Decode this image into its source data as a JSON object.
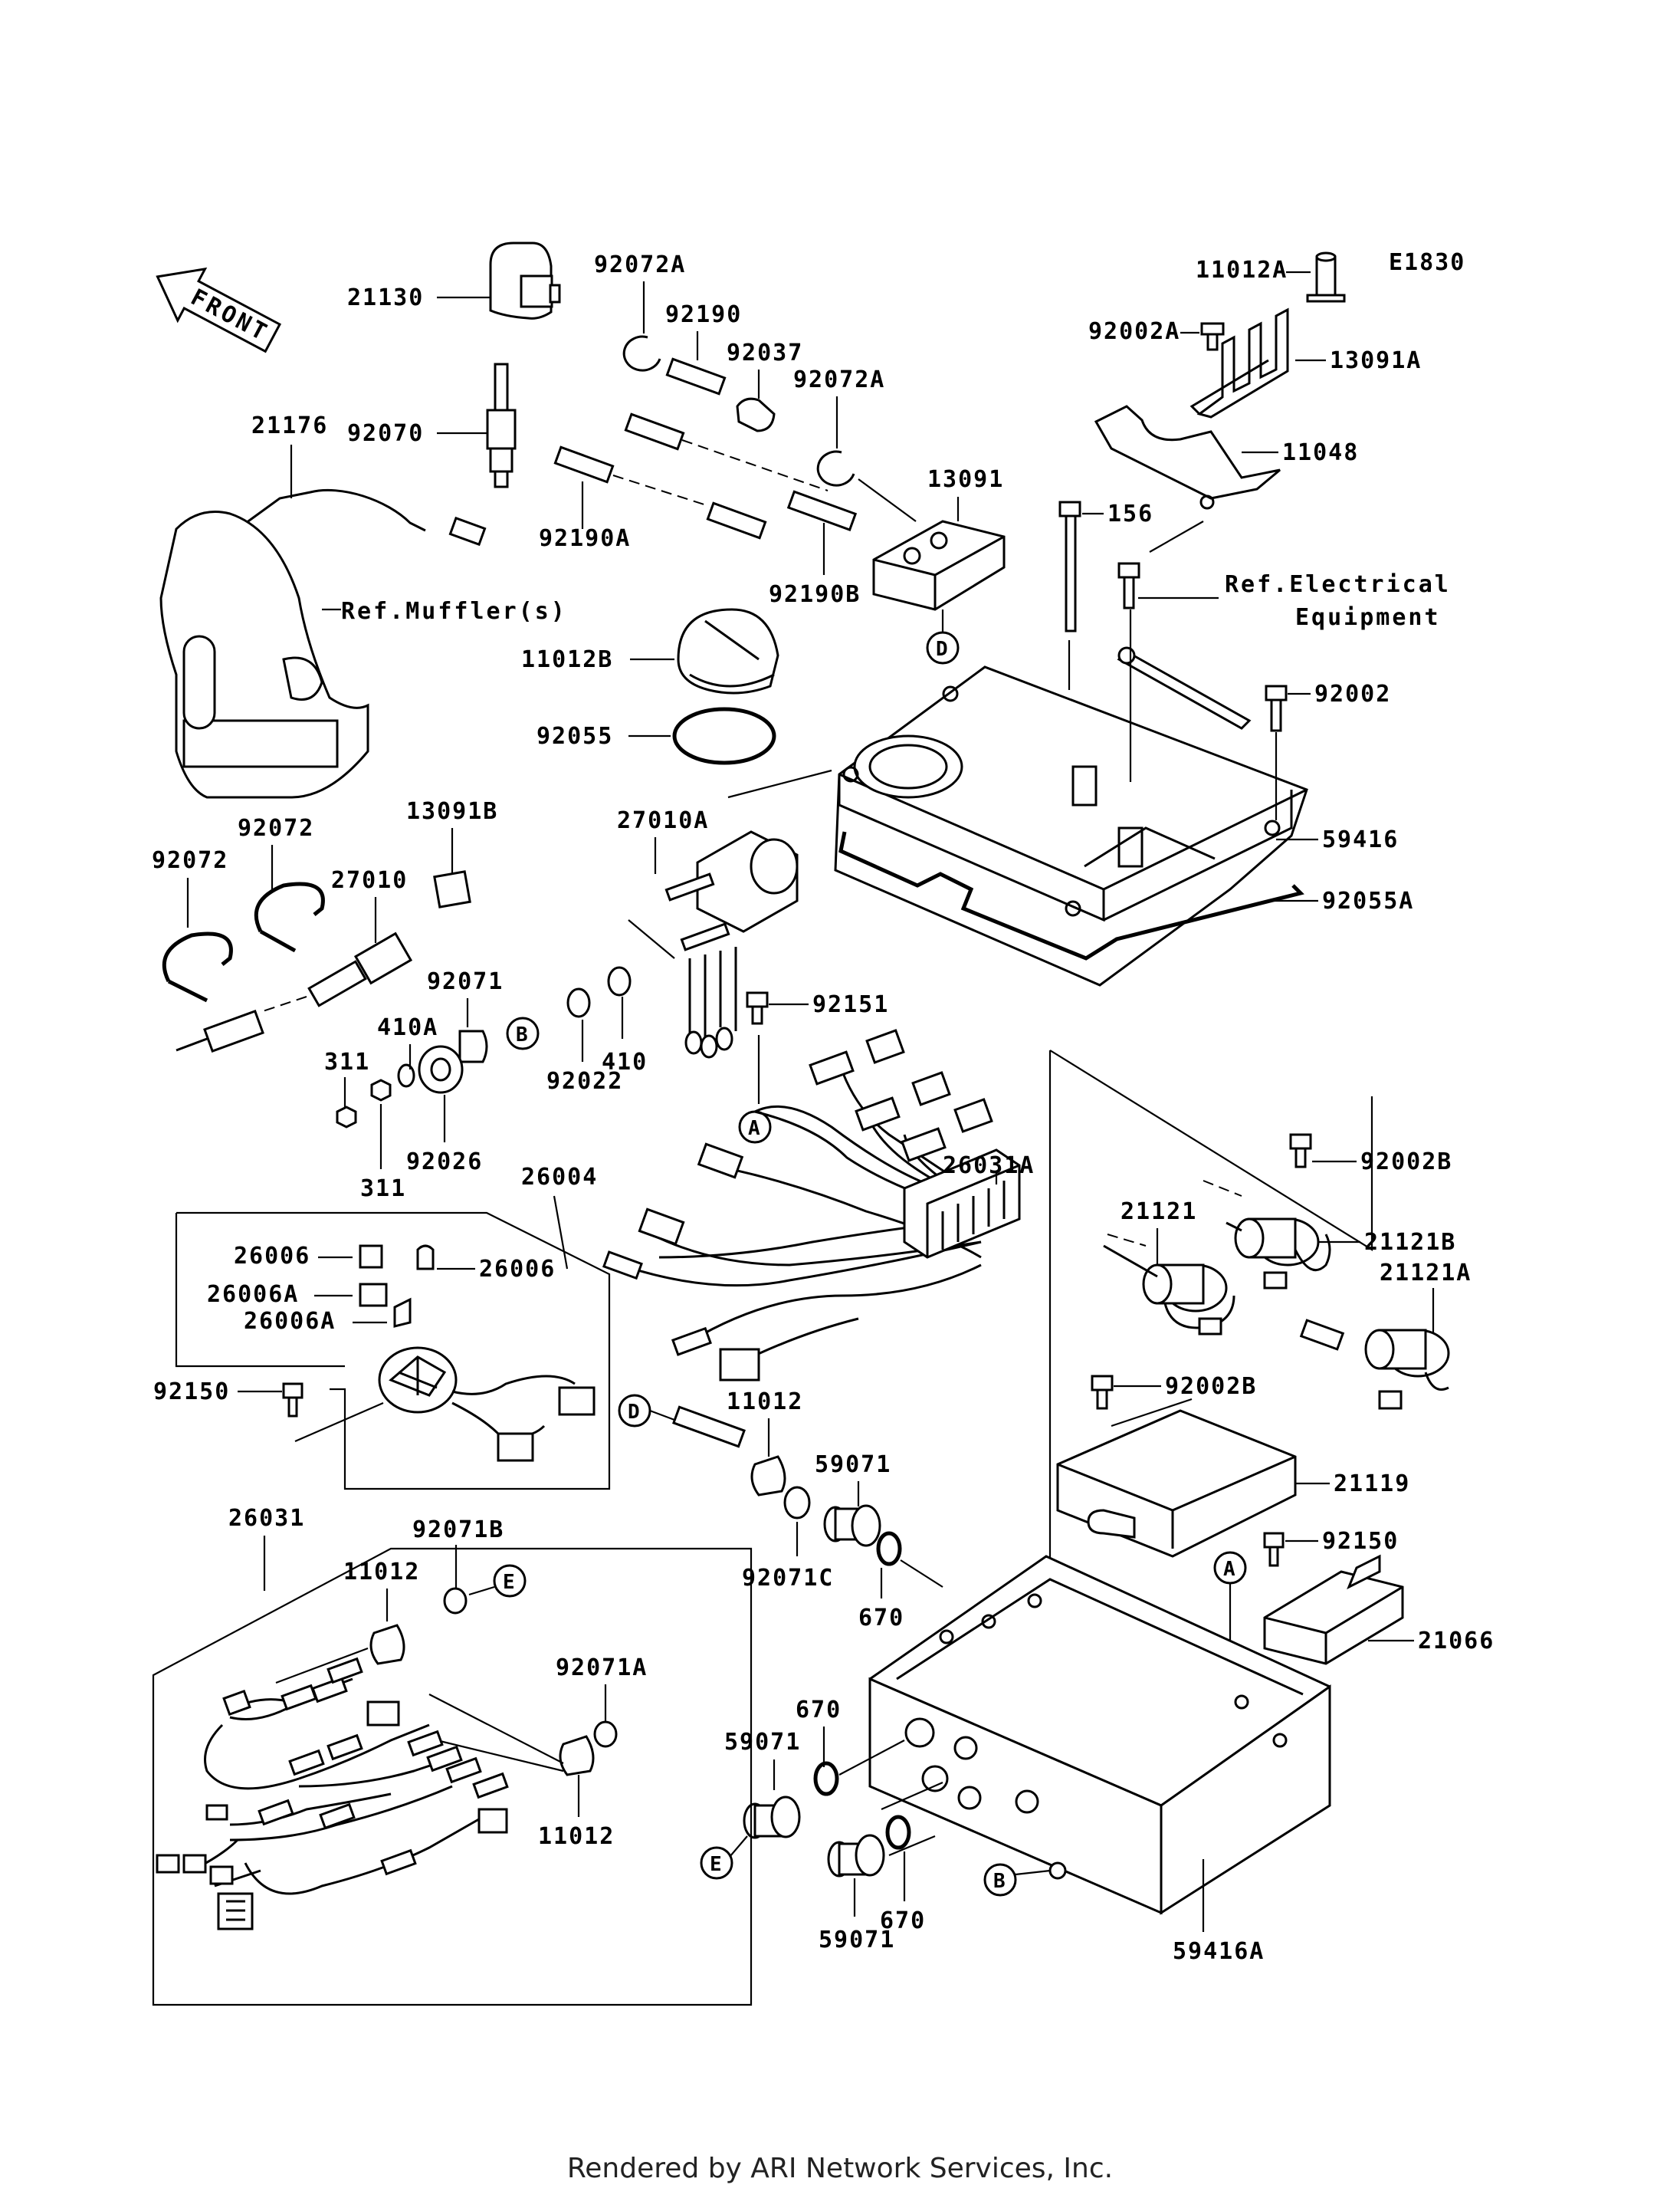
{
  "diagram_code": "E1830",
  "front_label": "FRONT",
  "footer": "Rendered by ARI Network Services, Inc.",
  "refs": {
    "muffler": "Ref.Muffler(s)",
    "electrical_1": "Ref.Electrical",
    "electrical_2": "Equipment"
  },
  "labels": {
    "p21130": "21130",
    "p92072A_1": "92072A",
    "p92190": "92190",
    "p92037": "92037",
    "p92072A_2": "92072A",
    "p11012A": "11012A",
    "p92002A": "92002A",
    "p13091A": "13091A",
    "p11048": "11048",
    "p21176": "21176",
    "p92070": "92070",
    "p92190A": "92190A",
    "p92190B": "92190B",
    "p13091": "13091",
    "p156": "156",
    "p11012B": "11012B",
    "p92055": "92055",
    "p92002": "92002",
    "p59416": "59416",
    "p92055A": "92055A",
    "p92072_1": "92072",
    "p92072_2": "92072",
    "p13091B": "13091B",
    "p27010": "27010",
    "p27010A": "27010A",
    "p92071": "92071",
    "p410A": "410A",
    "p311_1": "311",
    "p311_2": "311",
    "p92026": "92026",
    "p92022": "92022",
    "p410": "410",
    "p92151": "92151",
    "p26004": "26004",
    "p26031A": "26031A",
    "p26006_1": "26006",
    "p26006_2": "26006",
    "p26006A_1": "26006A",
    "p26006A_2": "26006A",
    "p92150_1": "92150",
    "p92002B_1": "92002B",
    "p21121": "21121",
    "p21121B": "21121B",
    "p21121A": "21121A",
    "p92002B_2": "92002B",
    "p21119": "21119",
    "p92150_2": "92150",
    "p21066": "21066",
    "p11012_1": "11012",
    "p59071_1": "59071",
    "p92071C": "92071C",
    "p670_1": "670",
    "p26031": "26031",
    "p92071B": "92071B",
    "p11012_2": "11012",
    "p92071A": "92071A",
    "p11012_3": "11012",
    "p670_2": "670",
    "p59071_2": "59071",
    "p670_3": "670",
    "p59071_3": "59071",
    "p59416A": "59416A"
  },
  "callouts": {
    "A": "A",
    "B": "B",
    "D": "D",
    "E": "E"
  }
}
